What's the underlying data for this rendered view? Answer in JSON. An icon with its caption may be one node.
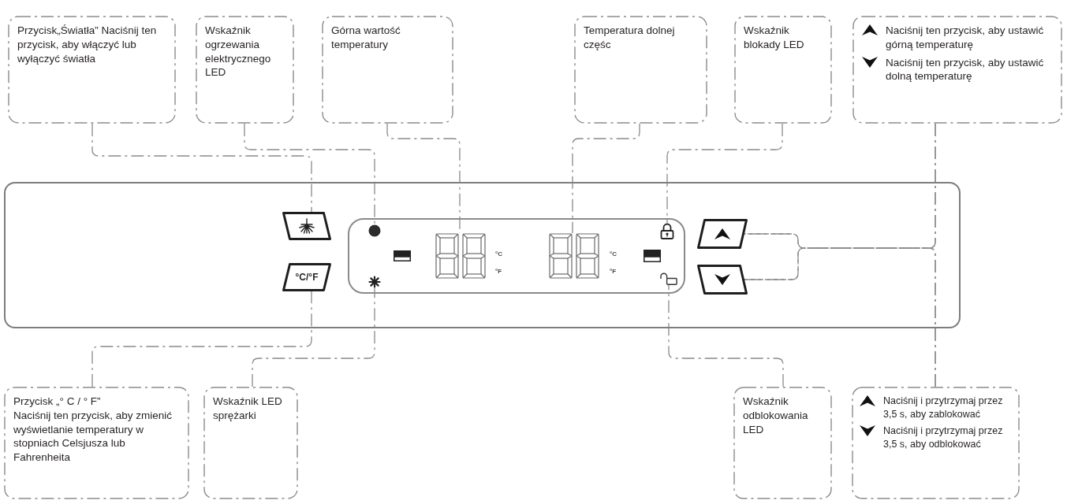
{
  "diagram": {
    "nodes": [
      {
        "text": [
          "Przycisk„Światła” Naciśnij ten przycisk, aby włączyć lub wyłączyć światła"
        ]
      },
      {
        "text": [
          "Wskaźnik ogrzewania elektrycznego LED"
        ]
      },
      {
        "text": [
          "Górna wartość temperatury"
        ]
      },
      {
        "text": [
          "Temperatura dolnej częśc"
        ]
      },
      {
        "text": [
          "Wskaźnik blokady LED"
        ]
      },
      {
        "text": [
          "Naciśnij ten przycisk, aby ustawić górną temperaturę",
          "Naciśnij ten przycisk, aby ustawić dolną temperaturę"
        ]
      },
      {
        "text": [],
        "shape": "box"
      },
      {
        "text": [],
        "shape": "box",
        "in": 6
      },
      {
        "text": [
          "°C/°F"
        ],
        "in": 6
      },
      {
        "text": [],
        "shape": "box",
        "in": 6
      },
      {
        "text": [],
        "shape": "circle",
        "in": 9
      },
      {
        "text": [],
        "shape": "picture",
        "in": 9
      },
      {
        "text": [],
        "shape": "picture",
        "in": 9
      },
      {
        "text": [],
        "shape": "picture",
        "in": 9
      },
      {
        "text": [],
        "shape": "picture",
        "in": 9
      },
      {
        "text": [],
        "shape": "picture",
        "in": 9
      },
      {
        "text": [],
        "shape": "box",
        "in": 6
      },
      {
        "text": [],
        "shape": "box",
        "in": 6
      },
      {
        "text": [
          "Przycisk „° C / ° F”",
          "Naciśnij ten przycisk, aby zmienić wyświetlanie temperatury w stopniach Celsjusza lub Fahrenheita"
        ]
      },
      {
        "text": [
          "Wskaźnik LED sprężarki"
        ]
      },
      {
        "text": [
          "Wskaźnik odblokowania LED"
        ]
      },
      {
        "text": [
          "Naciśnij i przytrzymaj przez 3,5 s, aby zablokować",
          "Naciśnij i przytrzymaj przez 3,5 s, aby odblokować"
        ]
      }
    ],
    "edges": [
      {
        "from": 0,
        "to": 7,
        "arrow": "none"
      },
      {
        "from": 1,
        "to": 10,
        "arrow": "none"
      },
      {
        "from": 2,
        "to": 12,
        "arrow": "none"
      },
      {
        "from": 3,
        "to": 13,
        "arrow": "none"
      },
      {
        "from": 4,
        "to": 14,
        "arrow": "none"
      },
      {
        "from": 5,
        "to": 16,
        "arrow": "none"
      },
      {
        "from": 5,
        "to": 17,
        "arrow": "none"
      },
      {
        "from": 18,
        "to": 8,
        "arrow": "none"
      },
      {
        "from": 19,
        "to": 11,
        "arrow": "none"
      },
      {
        "from": 20,
        "to": 15,
        "arrow": "none"
      },
      {
        "from": 21,
        "to": 16,
        "arrow": "none"
      },
      {
        "from": 21,
        "to": 17,
        "arrow": "none"
      }
    ],
    "labels": [
      "°C",
      "°F",
      "°C",
      "°F"
    ]
  }
}
